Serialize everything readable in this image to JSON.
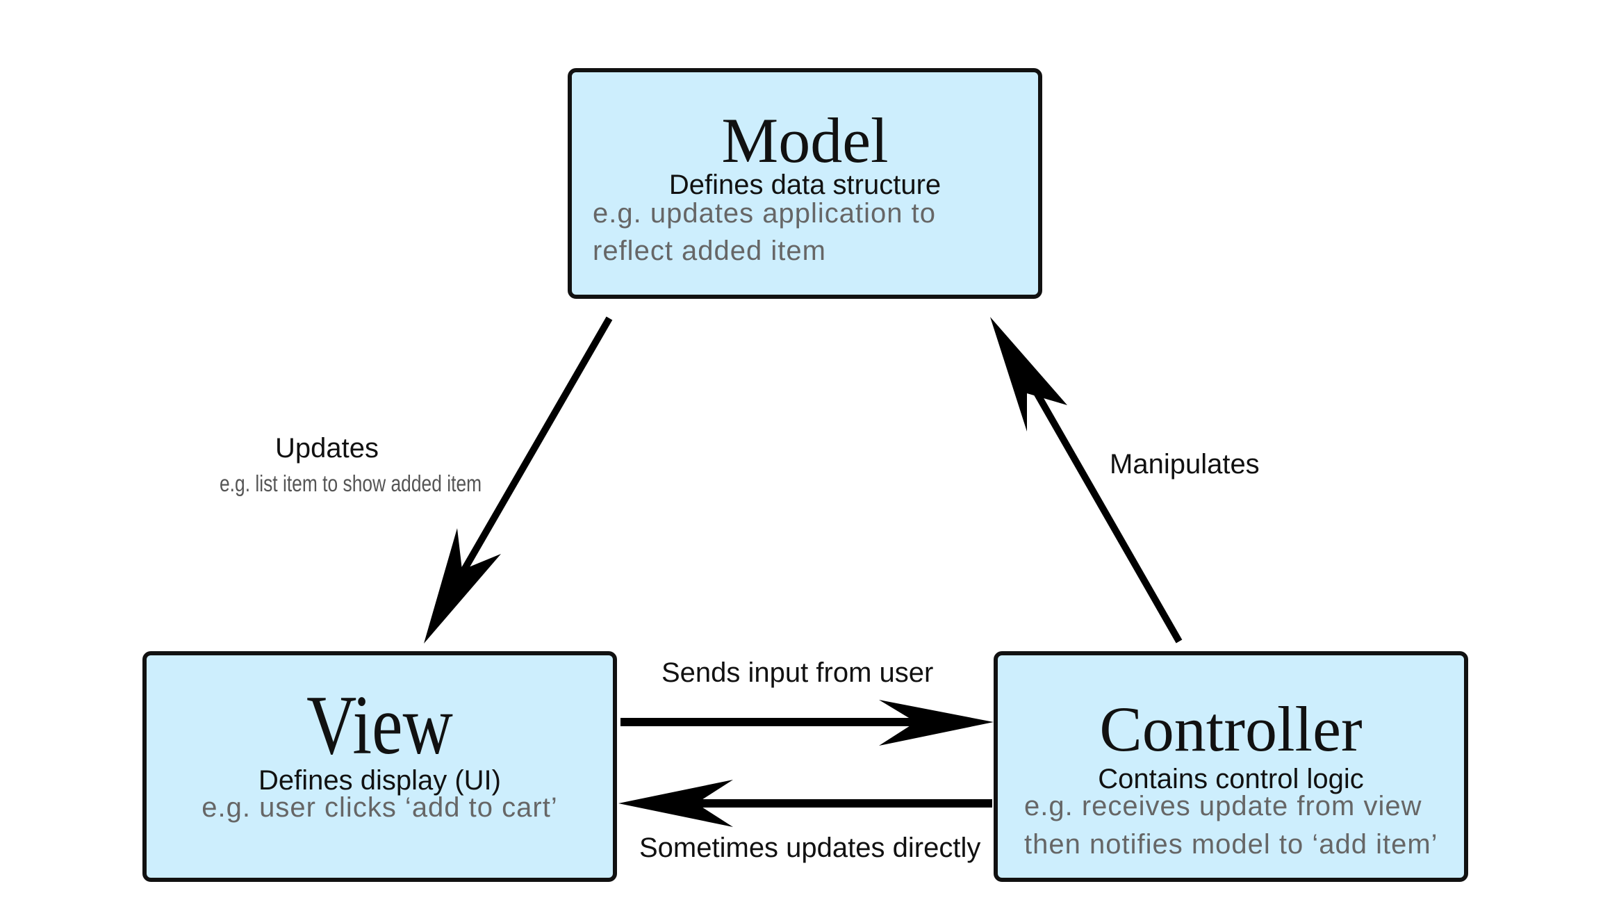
{
  "nodes": {
    "model": {
      "title": "Model",
      "subtitle": "Defines data structure",
      "example": "e.g. updates application to reflect added item"
    },
    "view": {
      "title": "View",
      "subtitle": "Defines display (UI)",
      "example": "e.g. user clicks ‘add to cart’"
    },
    "controller": {
      "title": "Controller",
      "subtitle": "Contains control logic",
      "example_line1": "e.g. receives update from view",
      "example_line2": "then notifies model to ‘add item’"
    }
  },
  "edges": {
    "model_to_view": {
      "label": "Updates",
      "note": "e.g. list item to show added item"
    },
    "controller_to_model": {
      "label": "Manipulates"
    },
    "view_to_controller": {
      "label": "Sends input from user"
    },
    "controller_to_view": {
      "label": "Sometimes updates directly"
    }
  },
  "colors": {
    "box_fill": "#cdeefd",
    "box_border": "#111111",
    "example_text": "#666666",
    "arrow": "#000000"
  }
}
